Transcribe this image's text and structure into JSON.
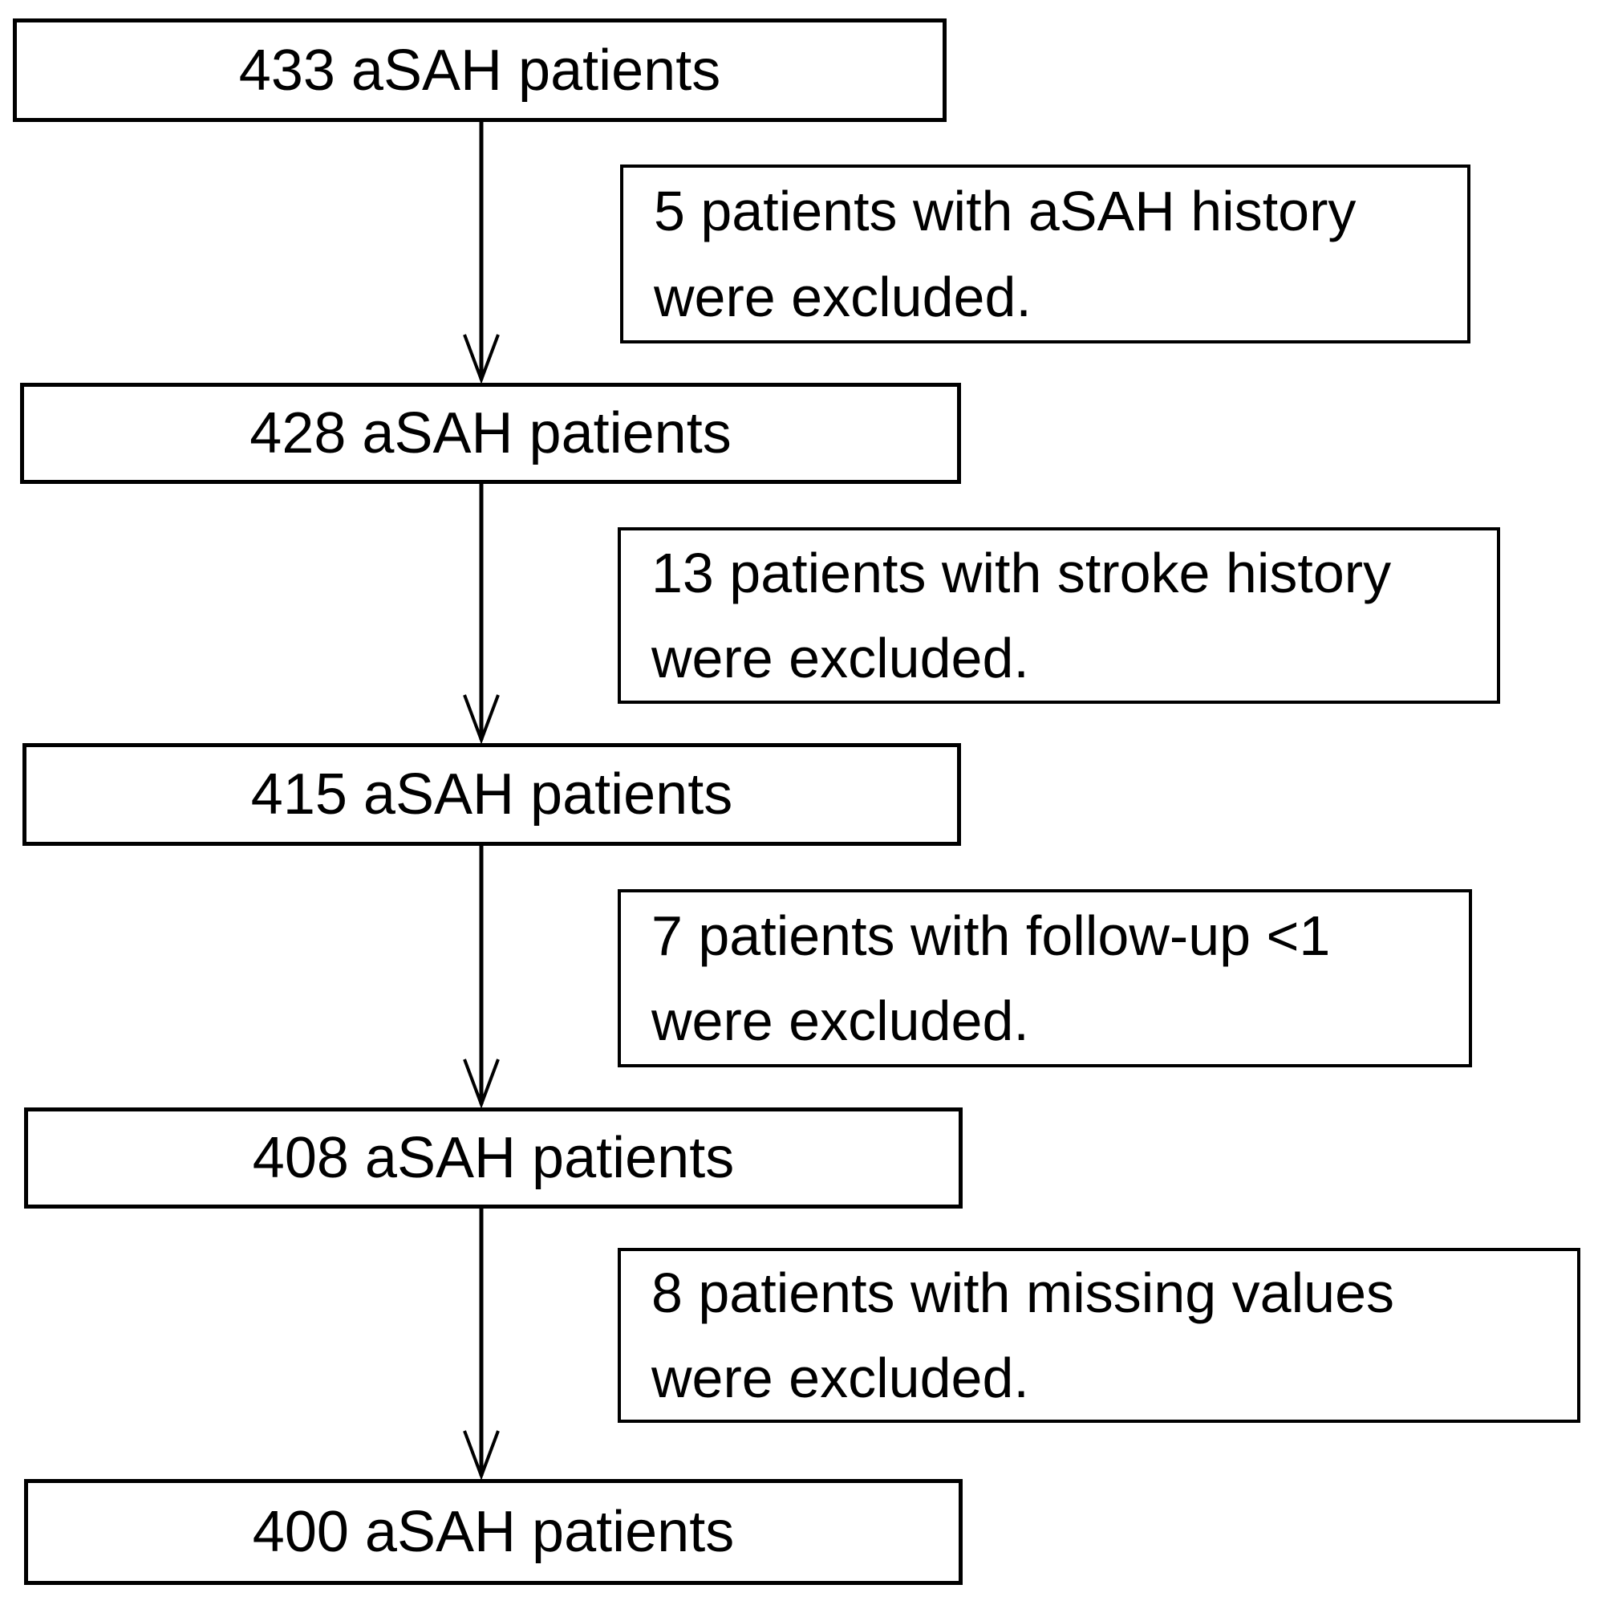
{
  "diagram": {
    "title": "aSAH patient inclusion flowchart",
    "colors": {
      "border": "#000000",
      "background": "#ffffff",
      "text": "#000000"
    },
    "flow_boxes": [
      {
        "label": "433 aSAH patients"
      },
      {
        "label": "428 aSAH patients"
      },
      {
        "label": "415 aSAH patients"
      },
      {
        "label": "408 aSAH patients"
      },
      {
        "label": "400 aSAH patients"
      }
    ],
    "exclusion_boxes": [
      {
        "line1": "5 patients with aSAH history",
        "line2": "were excluded."
      },
      {
        "line1": "13 patients with stroke history",
        "line2": "were excluded."
      },
      {
        "line1": "7 patients with follow-up <1",
        "line2": "were excluded."
      },
      {
        "line1": "8 patients with missing values",
        "line2": "were excluded."
      }
    ]
  }
}
